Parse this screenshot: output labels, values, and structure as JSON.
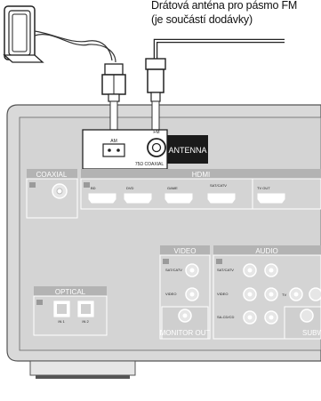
{
  "caption": {
    "line1": "Drátová anténa pro pásmo FM",
    "line2": "(je součástí dodávky)"
  },
  "panel": {
    "antenna_label": "ANTENNA",
    "am_label": "AM",
    "fm_label": "FM",
    "fm_impedance": "75Ω COAXIAL",
    "coaxial_label": "COAXIAL",
    "hdmi_label": "HDMI",
    "video_label": "VIDEO",
    "audio_label": "AUDIO",
    "optical_label": "OPTICAL",
    "monitor_out_label": "MONITOR OUT",
    "subwoofer_label": "SUBWOOFER OUT",
    "hdmi_ports": [
      "BD",
      "DVD",
      "GAME",
      "SAT/CATV",
      "TV OUT"
    ],
    "video_rows": [
      "SAT/CATV",
      "VIDEO"
    ],
    "audio_rows": [
      "SAT/CATV",
      "VIDEO",
      "SA-CD/CD"
    ],
    "audio_tv": "TV",
    "optical_ports": [
      "IN 1",
      "IN 2"
    ]
  },
  "colors": {
    "panel_fill": "#d9d9d9",
    "panel_stroke": "#555555",
    "label_bar": "#b3b3b3",
    "antenna_bg": "#1a1a1a"
  }
}
